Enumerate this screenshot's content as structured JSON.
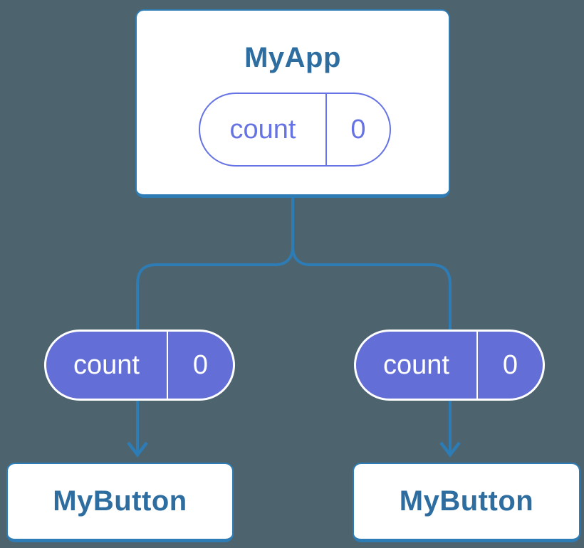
{
  "colors": {
    "background": "#4d646e",
    "connector_line": "#2e7cb5",
    "card_border": "#2e7cb5",
    "card_background": "#ffffff",
    "component_title_text": "#2d6da0",
    "state_pill_outline": "#6673e4",
    "prop_pill_fill": "#636ed6",
    "prop_pill_text": "#ffffff"
  },
  "parent": {
    "title": "MyApp",
    "state": {
      "name": "count",
      "value": "0"
    }
  },
  "children": [
    {
      "title": "MyButton",
      "prop": {
        "name": "count",
        "value": "0"
      }
    },
    {
      "title": "MyButton",
      "prop": {
        "name": "count",
        "value": "0"
      }
    }
  ]
}
